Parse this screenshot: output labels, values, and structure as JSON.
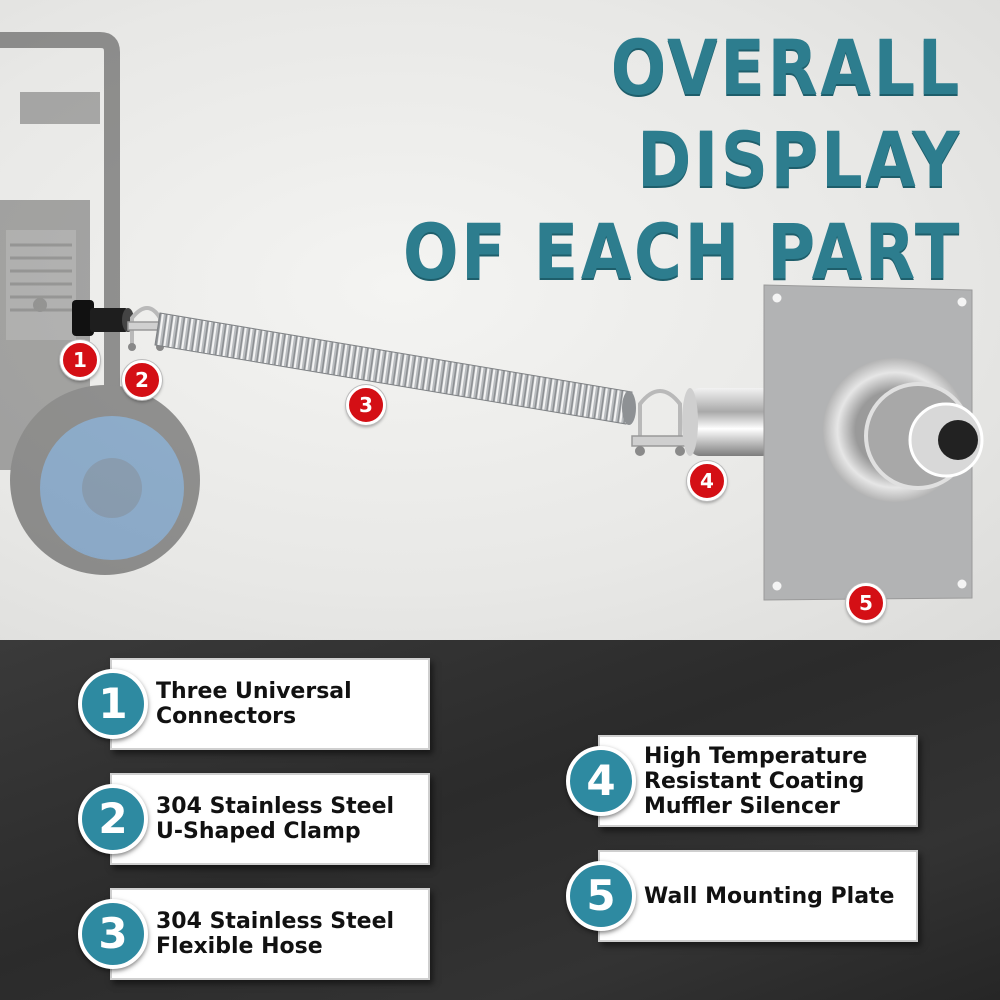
{
  "headline": {
    "line1": "OVERALL DISPLAY",
    "line2": "OF EACH PART"
  },
  "markers": [
    "1",
    "2",
    "3",
    "4",
    "5"
  ],
  "parts": [
    {
      "number": "1",
      "line1": "Three Universal",
      "line2": "Connectors",
      "line3": ""
    },
    {
      "number": "2",
      "line1": "304 Stainless Steel",
      "line2": "U-Shaped Clamp",
      "line3": ""
    },
    {
      "number": "3",
      "line1": "304 Stainless Steel",
      "line2": "Flexible Hose",
      "line3": ""
    },
    {
      "number": "4",
      "line1": "High Temperature",
      "line2": "Resistant Coating",
      "line3": "Muffler Silencer"
    },
    {
      "number": "5",
      "line1": "Wall Mounting Plate",
      "line2": "",
      "line3": ""
    }
  ],
  "colors": {
    "headline": "#2d7d8e",
    "marker": "#d40f15",
    "badge": "#2e8aa1",
    "panel": "#2e2e2e"
  }
}
